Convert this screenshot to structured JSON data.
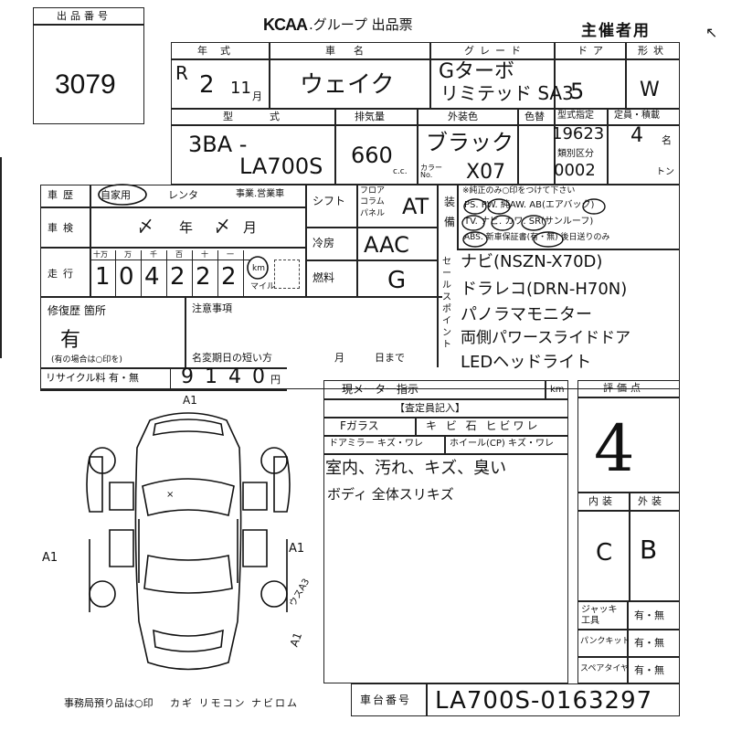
{
  "lot": {
    "label": "出品番号",
    "number": "3079"
  },
  "header": {
    "brand": "KCAA",
    "title": ".グループ 出品票",
    "organizer": "主催者用"
  },
  "year": {
    "label": "年式",
    "era": "R",
    "year": "2",
    "month": "11",
    "month_unit": "月"
  },
  "model_name": {
    "label": "車名",
    "value": "ウェイク"
  },
  "grade": {
    "label": "グレード",
    "line1": "Gターボ",
    "line2": "リミテッド SA3"
  },
  "doors": {
    "label": "ドア",
    "value": "5"
  },
  "shape": {
    "label": "形状",
    "value": "W"
  },
  "model_code": {
    "label": "型式",
    "line1": "3BA -",
    "line2": "LA700S"
  },
  "displacement": {
    "label": "排気量",
    "value": "660",
    "unit": "c.c."
  },
  "exterior_color": {
    "label": "外装色",
    "value": "ブラック",
    "color_no_label": "カラーNo.",
    "color_no": "X07"
  },
  "color_change": {
    "label": "色替"
  },
  "type_designation": {
    "label": "型式指定",
    "value": "19623",
    "class_label": "類別区分",
    "class_value": "0002"
  },
  "capacity": {
    "label": "定員・積載",
    "value": "4",
    "unit_persons": "名",
    "unit_tons": "トン"
  },
  "history": {
    "label": "車歴",
    "options": [
      "自家用",
      "レンタ",
      "事業.営業車"
    ],
    "selected": "自家用"
  },
  "shift": {
    "label": "シフト",
    "options": [
      "フロア",
      "コラム",
      "パネル"
    ],
    "value": "AT"
  },
  "equipment": {
    "label": "装備",
    "note": "※純正のみ○印をつけて下さい",
    "row1": "PS. PW. 純AW. AB(エアバック)",
    "row2": "TV. ナビ. カワ. SR(サンルーフ)",
    "row3": "ABS. 新車保証書(有・無) 後日送りのみ"
  },
  "inspection": {
    "label": "車検",
    "year_unit": "年",
    "month_unit": "月",
    "year_mark": "〆",
    "month_mark": "〆"
  },
  "aircon": {
    "label": "冷房",
    "value": "AAC"
  },
  "fuel": {
    "label": "燃料",
    "value": "G"
  },
  "mileage": {
    "label": "走行",
    "digit_labels": [
      "十万",
      "万",
      "千",
      "百",
      "十",
      "一"
    ],
    "digits": [
      "1",
      "0",
      "4",
      "2",
      "2",
      "2"
    ],
    "unit_km": "km",
    "unit_mile": "マイル"
  },
  "selling_points": {
    "label": "セールスポイント",
    "lines": [
      "ナビ(NSZN-X70D)",
      "ドラレコ(DRN-H70N)",
      "パノラマモニター",
      "両側パワースライドドア",
      "LEDヘッドライト"
    ]
  },
  "repair": {
    "label": "修復歴 箇所",
    "value": "有",
    "note": "(有の場合は○印を)"
  },
  "notes": {
    "label": "注意事項",
    "name_change": "名変期日の短い方",
    "month_unit": "月",
    "day_unit": "日まで"
  },
  "recycle": {
    "label": "リサイクル料 有・無",
    "value": "9140",
    "unit": "円"
  },
  "meter": {
    "label": "現メーター指示",
    "unit": "km"
  },
  "inspector": {
    "title": "【査定員記入】",
    "glass_label": "Fガラス",
    "glass_options": "キ ビ 石 ヒビワレ",
    "mirror_label": "ドアミラー キズ・ワレ",
    "wheel_label": "ホイール(CP) キズ・ワレ",
    "line1": "室内、汚れ、キズ、臭い",
    "line2": "ボディ 全体スリキズ"
  },
  "score": {
    "label": "評価点",
    "value": "4"
  },
  "interior": {
    "label": "内装",
    "value": "C"
  },
  "exterior": {
    "label": "外装",
    "value": "B"
  },
  "tools": {
    "jack_label": "ジャッキ工具",
    "jack_value": "有・無",
    "puncture_label": "パンクキット",
    "puncture_value": "有・無",
    "spare_label": "スペアタイヤ",
    "spare_value": "有・無"
  },
  "diagram_marks": {
    "top": "A1",
    "left": "A1",
    "right": "A1",
    "right2": "ウスA3",
    "bottom_right": "A1"
  },
  "office": {
    "label": "事務局預り品は○印",
    "items": "カギ リモコン ナビロム"
  },
  "chassis": {
    "label": "車台番号",
    "value": "LA700S-0163297"
  }
}
